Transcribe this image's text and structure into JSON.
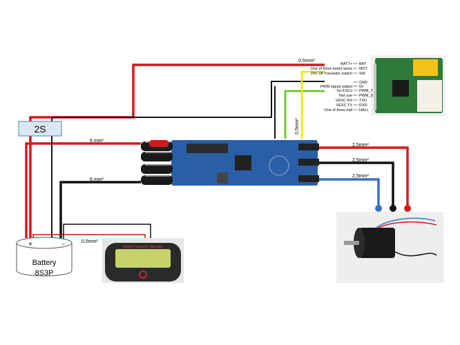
{
  "two_s_label": "2S",
  "battery": {
    "plus": "+",
    "minus": "-",
    "line1": "Battery",
    "line2": "8S3P"
  },
  "indicator": {
    "screen_text": "Battery Capacity Indicator"
  },
  "motor_label": "",
  "wires": {
    "bat_to_ctrl": "0,5mm²",
    "bat_to_esc": "6 mm²",
    "gnd_to_esc": "6 mm²",
    "phase_a": "2,5mm²",
    "phase_b": "2,5mm²",
    "phase_c": "2,5mm²",
    "indicator": "0,5mm²",
    "vertical_signal": "0,5mm²"
  },
  "controller_pins": [
    {
      "desc": "BATT+",
      "pin": "BAT",
      "color": "#000000"
    },
    {
      "desc": "One of three motor wires",
      "pin": "MOT",
      "color": "#000000"
    },
    {
      "desc": "20V 2A Transistor switch",
      "pin": "SW",
      "color": "#e02020"
    },
    {
      "desc": "",
      "pin": "GND",
      "color": "#000000"
    },
    {
      "desc": "PWM signal output",
      "pin": "5V",
      "color": "#000000"
    },
    {
      "desc": "for ESCs",
      "pin": "PWM_T",
      "color": "#000000"
    },
    {
      "desc": "Not use",
      "pin": "PWM_S",
      "color": "#7ab800"
    },
    {
      "desc": "VESC RX",
      "pin": "TXD",
      "color": "#000000"
    },
    {
      "desc": "VESC TX",
      "pin": "RXD",
      "color": "#000000"
    },
    {
      "desc": "One of three hall",
      "pin": "HALL",
      "color": "#000000"
    }
  ],
  "colors": {
    "red": "#d8161b",
    "black": "#111111",
    "blue": "#3a6fc4",
    "yellow": "#f5e400",
    "green": "#5cc21a",
    "board_blue": "#2a5fa8",
    "two_s_box": "#dbe8f4"
  }
}
